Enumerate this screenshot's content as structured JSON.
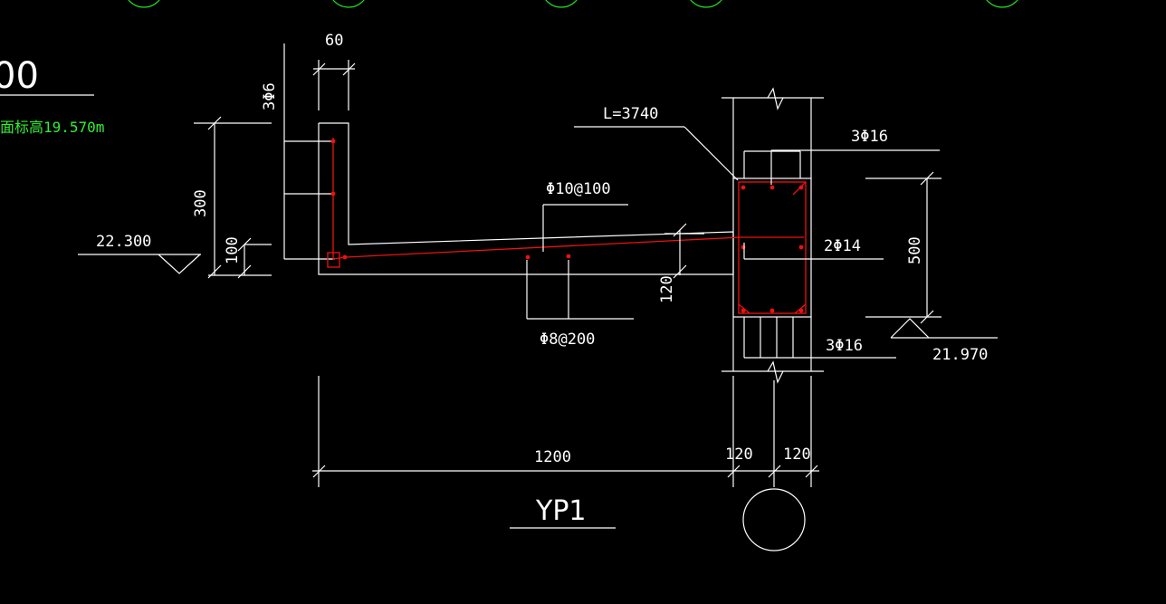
{
  "drawing": {
    "title": "YP1",
    "partial_header": "00",
    "partial_note": "面标高19.570m",
    "left_elevation": "22.300",
    "right_elevation": "21.970",
    "upturn_rebar": "3Φ6",
    "upturn_width": "60",
    "upturn_height": "300",
    "slab_edge_thickness": "100",
    "slab_root_thickness": "120",
    "rebar_length": "L=3740",
    "top_rebar": "Φ10@100",
    "distribution_rebar": "Φ8@200",
    "beam_top_rebar": "3Φ16",
    "beam_side_rebar": "2Φ14",
    "beam_bottom_rebar": "3Φ16",
    "beam_depth": "500",
    "cantilever_length": "1200",
    "beam_half_left": "120",
    "beam_half_right": "120"
  },
  "colors": {
    "background": "#000000",
    "lines": "#ffffff",
    "rebar": "#ee1111",
    "note": "#33ee33"
  }
}
